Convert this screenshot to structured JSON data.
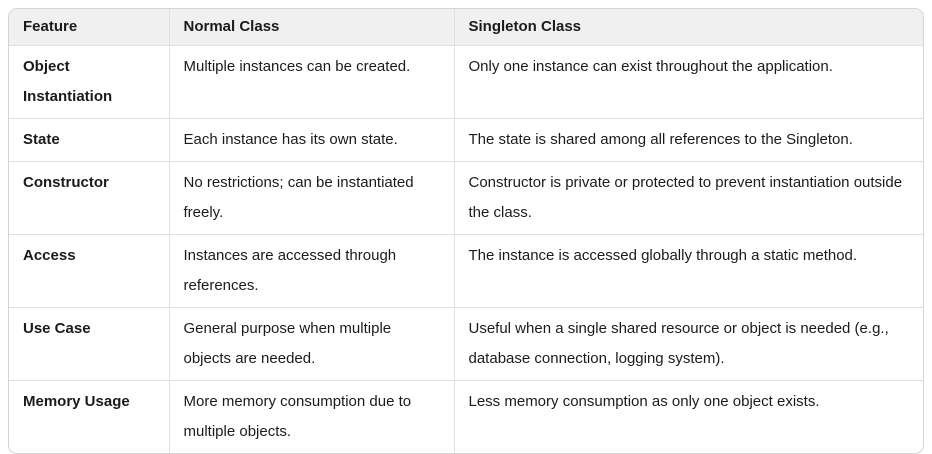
{
  "table": {
    "columns": [
      {
        "label": "Feature"
      },
      {
        "label": "Normal Class"
      },
      {
        "label": "Singleton Class"
      }
    ],
    "rows": [
      {
        "feature": "Object Instantiation",
        "normal": "Multiple instances can be created.",
        "singleton": "Only one instance can exist throughout the application."
      },
      {
        "feature": "State",
        "normal": "Each instance has its own state.",
        "singleton": "The state is shared among all references to the Singleton."
      },
      {
        "feature": "Constructor",
        "normal": "No restrictions; can be instantiated freely.",
        "singleton": "Constructor is private or protected to prevent instantiation outside the class."
      },
      {
        "feature": "Access",
        "normal": "Instances are accessed through references.",
        "singleton": "The instance is accessed globally through a static method."
      },
      {
        "feature": "Use Case",
        "normal": "General purpose when multiple objects are needed.",
        "singleton": "Useful when a single shared resource or object is needed (e.g., database connection, logging system)."
      },
      {
        "feature": "Memory Usage",
        "normal": "More memory consumption due to multiple objects.",
        "singleton": "Less memory consumption as only one object exists."
      }
    ]
  },
  "colors": {
    "background": "#ffffff",
    "header_bg": "#f0f0f0",
    "outer_border": "#d4d4d4",
    "divider": "#e0e0e0",
    "text": "#1b1b1b"
  }
}
